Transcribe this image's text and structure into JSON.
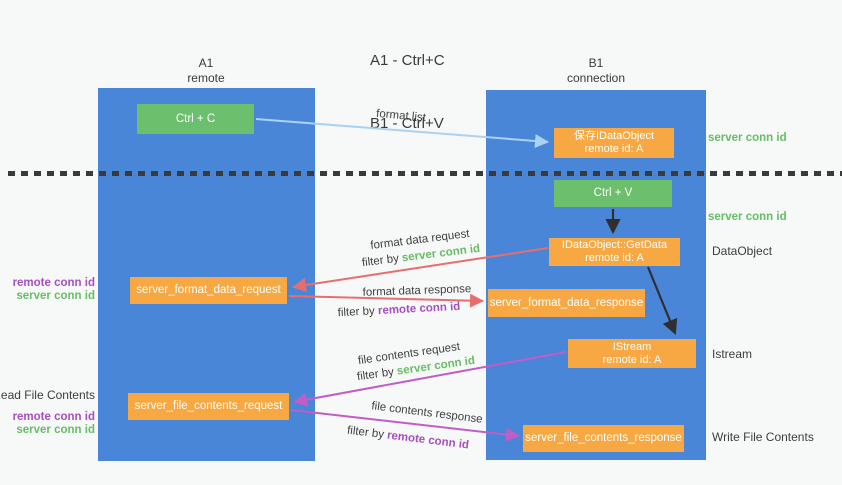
{
  "title": {
    "line1": "A1 - Ctrl+C",
    "line2": "B1 - Ctrl+V"
  },
  "columns": {
    "left": {
      "title": "A1",
      "subtitle": "remote"
    },
    "right": {
      "title": "B1",
      "subtitle": "connection"
    }
  },
  "nodes": {
    "ctrl_c": {
      "label": "Ctrl + C"
    },
    "save_idataobject": {
      "line1": "保存IDataObject",
      "line2": "remote id: A"
    },
    "ctrl_v": {
      "label": "Ctrl + V"
    },
    "getdata": {
      "line1": "IDataObject::GetData",
      "line2": "remote id: A"
    },
    "format_request": {
      "label": "server_format_data_request"
    },
    "format_response": {
      "label": "server_format_data_response"
    },
    "istream": {
      "line1": "IStream",
      "line2": "remote id: A"
    },
    "file_request": {
      "label": "server_file_contents_request"
    },
    "file_response": {
      "label": "server_file_contents_response"
    }
  },
  "edge_labels": {
    "format_list": "format list",
    "format_data_request": "format data request",
    "format_data_response": "format data response",
    "file_contents_request": "file contents request",
    "file_contents_response": "file contents response",
    "filter_prefix": "filter by",
    "server_conn_id": "server conn id",
    "remote_conn_id": "remote conn id"
  },
  "side_labels": {
    "right_server_conn_top": "server conn id",
    "right_server_conn_mid": "server conn id",
    "right_dataobject": "DataObject",
    "right_istream": "Istream",
    "right_write_file_contents": "Write File Contents",
    "left_remote_conn_top": "remote conn id",
    "left_server_conn_top": "server conn id",
    "left_read_file_contents": "Read File Contents",
    "left_remote_conn_bottom": "remote conn id",
    "left_server_conn_bottom": "server conn id"
  },
  "colors": {
    "column_blue": "#4a86d8",
    "box_green": "#6cbf6c",
    "box_orange": "#f7a843",
    "arrow_light_blue": "#a9d3f2",
    "arrow_red": "#e86e6e",
    "arrow_magenta": "#c05dc6",
    "arrow_black": "#2f2f2f",
    "text_green": "#67bd66",
    "text_purple": "#a64fbf",
    "text_dark": "#3d3d3d",
    "background": "#f7f8f8"
  }
}
